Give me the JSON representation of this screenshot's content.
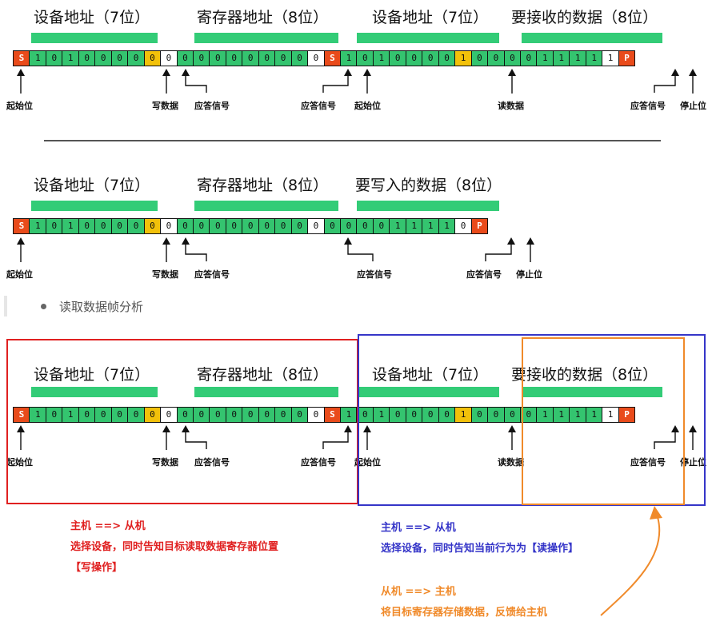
{
  "frames": [
    {
      "id": "read-frame",
      "titles": [
        "设备地址（7位）",
        "寄存器地址（8位）",
        "设备地址（7位）",
        "要接收的数据（8位）"
      ],
      "cells": [
        {
          "t": "S",
          "k": "s"
        },
        {
          "t": "1",
          "k": "g"
        },
        {
          "t": "0",
          "k": "g"
        },
        {
          "t": "1",
          "k": "g"
        },
        {
          "t": "0",
          "k": "g"
        },
        {
          "t": "0",
          "k": "g"
        },
        {
          "t": "0",
          "k": "g"
        },
        {
          "t": "0",
          "k": "g"
        },
        {
          "t": "0",
          "k": "y"
        },
        {
          "t": "0",
          "k": "w"
        },
        {
          "t": "0",
          "k": "g"
        },
        {
          "t": "0",
          "k": "g"
        },
        {
          "t": "0",
          "k": "g"
        },
        {
          "t": "0",
          "k": "g"
        },
        {
          "t": "0",
          "k": "g"
        },
        {
          "t": "0",
          "k": "g"
        },
        {
          "t": "0",
          "k": "g"
        },
        {
          "t": "0",
          "k": "g"
        },
        {
          "t": "0",
          "k": "w"
        },
        {
          "t": "S",
          "k": "s"
        },
        {
          "t": "1",
          "k": "g"
        },
        {
          "t": "0",
          "k": "g"
        },
        {
          "t": "1",
          "k": "g"
        },
        {
          "t": "0",
          "k": "g"
        },
        {
          "t": "0",
          "k": "g"
        },
        {
          "t": "0",
          "k": "g"
        },
        {
          "t": "0",
          "k": "g"
        },
        {
          "t": "1",
          "k": "y"
        },
        {
          "t": "0",
          "k": "g"
        },
        {
          "t": "0",
          "k": "g"
        },
        {
          "t": "0",
          "k": "g"
        },
        {
          "t": "0",
          "k": "g"
        },
        {
          "t": "1",
          "k": "g"
        },
        {
          "t": "1",
          "k": "g"
        },
        {
          "t": "1",
          "k": "g"
        },
        {
          "t": "1",
          "k": "g"
        },
        {
          "t": "1",
          "k": "w"
        },
        {
          "t": "P",
          "k": "p"
        }
      ],
      "labels": {
        "start1": "起始位",
        "write": "写数据",
        "ack1": "应答信号",
        "ack2": "应答信号",
        "start2": "起始位",
        "read": "读数据",
        "ack3": "应答信号",
        "stop": "停止位"
      }
    },
    {
      "id": "write-frame",
      "titles": [
        "设备地址（7位）",
        "寄存器地址（8位）",
        "要写入的数据（8位）"
      ],
      "cells": [
        {
          "t": "S",
          "k": "s"
        },
        {
          "t": "1",
          "k": "g"
        },
        {
          "t": "0",
          "k": "g"
        },
        {
          "t": "1",
          "k": "g"
        },
        {
          "t": "0",
          "k": "g"
        },
        {
          "t": "0",
          "k": "g"
        },
        {
          "t": "0",
          "k": "g"
        },
        {
          "t": "0",
          "k": "g"
        },
        {
          "t": "0",
          "k": "y"
        },
        {
          "t": "0",
          "k": "w"
        },
        {
          "t": "0",
          "k": "g"
        },
        {
          "t": "0",
          "k": "g"
        },
        {
          "t": "0",
          "k": "g"
        },
        {
          "t": "0",
          "k": "g"
        },
        {
          "t": "0",
          "k": "g"
        },
        {
          "t": "0",
          "k": "g"
        },
        {
          "t": "0",
          "k": "g"
        },
        {
          "t": "0",
          "k": "g"
        },
        {
          "t": "0",
          "k": "w"
        },
        {
          "t": "0",
          "k": "g"
        },
        {
          "t": "0",
          "k": "g"
        },
        {
          "t": "0",
          "k": "g"
        },
        {
          "t": "0",
          "k": "g"
        },
        {
          "t": "1",
          "k": "g"
        },
        {
          "t": "1",
          "k": "g"
        },
        {
          "t": "1",
          "k": "g"
        },
        {
          "t": "1",
          "k": "g"
        },
        {
          "t": "0",
          "k": "w"
        },
        {
          "t": "P",
          "k": "p"
        }
      ],
      "labels": {
        "start1": "起始位",
        "write": "写数据",
        "ack1": "应答信号",
        "ack2": "应答信号",
        "ack3": "应答信号",
        "stop": "停止位"
      }
    }
  ],
  "bullet": "读取数据帧分析",
  "notes": {
    "red": {
      "line1": "主机 ==> 从机",
      "line2": "选择设备，同时告知目标读取数据寄存器位置",
      "line3": "【写操作】",
      "color": "#e02020"
    },
    "blue": {
      "line1": "主机 ==> 从机",
      "line2": "选择设备，同时告知当前行为为【读操作】",
      "color": "#3535c8"
    },
    "orange": {
      "line1": "从机 ==> 主机",
      "line2": "将目标寄存器存储数据，反馈给主机",
      "color": "#f08a2a"
    }
  },
  "colors": {
    "start_stop": "#e94b1b",
    "address_bits": "#34c46f",
    "rw_bit": "#f2c10a",
    "ack": "#ffffff",
    "title_bar": "#33cc77",
    "red_box": "#e02020",
    "blue_box": "#3535c8",
    "orange_box": "#f08a2a"
  }
}
